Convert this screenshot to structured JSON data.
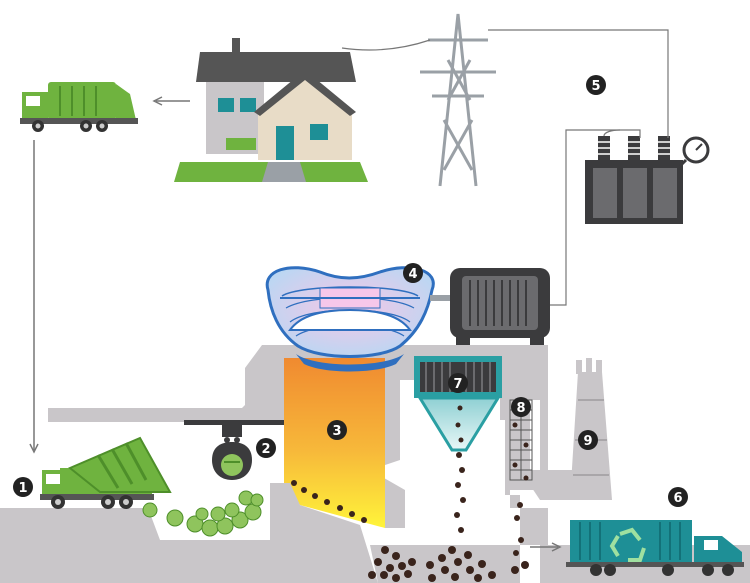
{
  "diagram": {
    "markers": [
      {
        "id": "marker-1",
        "label": "1",
        "component": "collection-truck-dumping"
      },
      {
        "id": "marker-2",
        "label": "2",
        "component": "waste-grab-crane"
      },
      {
        "id": "marker-3",
        "label": "3",
        "component": "furnace"
      },
      {
        "id": "marker-4",
        "label": "4",
        "component": "steam-turbine-generator"
      },
      {
        "id": "marker-5",
        "label": "5",
        "component": "transformer"
      },
      {
        "id": "marker-6",
        "label": "6",
        "component": "ash-transport-truck"
      },
      {
        "id": "marker-7",
        "label": "7",
        "component": "filter-hopper"
      },
      {
        "id": "marker-8",
        "label": "8",
        "component": "ash-conveyor-grid"
      },
      {
        "id": "marker-9",
        "label": "9",
        "component": "chimney-stack"
      }
    ],
    "icons": [
      "house-icon",
      "power-pylon-icon",
      "garbage-truck-icon",
      "dump-truck-icon",
      "transformer-icon",
      "pressure-gauge-icon",
      "recycle-icon",
      "trash-bag-icon"
    ],
    "colors": {
      "truck_green": "#6fb33f",
      "truck_dark_green": "#4e8f2a",
      "plant_gray": "#c9c6c9",
      "furnace_top": "#f08a30",
      "furnace_bottom": "#fff43a",
      "turbine_blue": "#2f6fbf",
      "filter_teal": "#2a9fa3",
      "generator_dark": "#3b3b3d",
      "ash_brown": "#3a241c",
      "container_teal": "#1e8f96",
      "marker_dark": "#222222"
    }
  }
}
